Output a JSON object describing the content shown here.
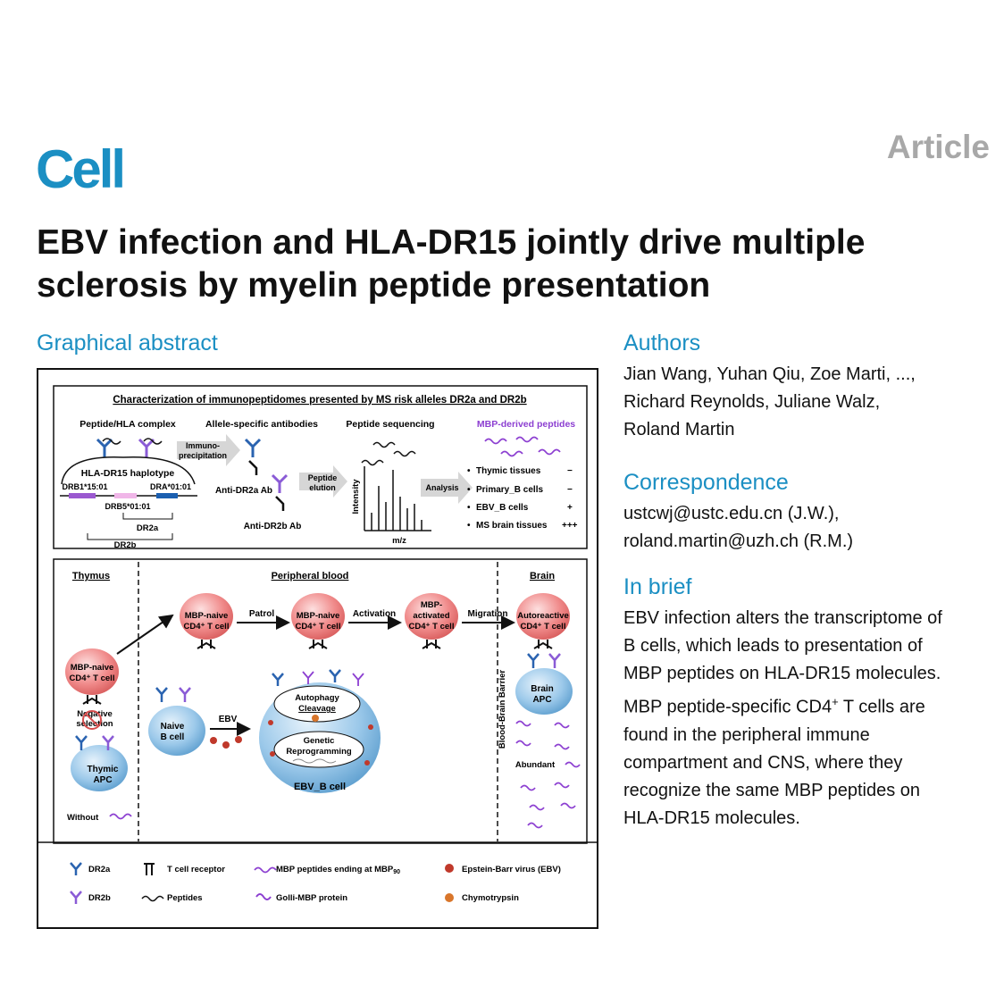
{
  "header": {
    "journal": "Cell",
    "type": "Article"
  },
  "title": "EBV infection and HLA-DR15 jointly drive multiple sclerosis by myelin peptide presentation",
  "graphical_abstract": {
    "heading": "Graphical abstract",
    "top_title": "Characterization of immunopeptidomes presented by MS risk alleles DR2a and DR2b",
    "col_peptide_hla": "Peptide/HLA complex",
    "col_allele_ab": "Allele-specific antibodies",
    "col_peptide_seq": "Peptide sequencing",
    "col_mbp_peptides": "MBP-derived peptides",
    "immuno_1": "Immuno-",
    "immuno_2": "precipitation",
    "haplotype": "HLA-DR15 haplotype",
    "drb1": "DRB1*15:01",
    "dra": "DRA*01:01",
    "drb5": "DRB5*01:01",
    "dr2a": "DR2a",
    "dr2b": "DR2b",
    "anti_dr2a": "Anti-DR2a Ab",
    "anti_dr2b": "Anti-DR2b Ab",
    "elution_1": "Peptide",
    "elution_2": "elution",
    "intensity": "Intensity",
    "mz": "m/z",
    "analysis": "Analysis",
    "tissues": [
      {
        "name": "Thymic tissues",
        "level": "−"
      },
      {
        "name": "Primary_B cells",
        "level": "−"
      },
      {
        "name": "EBV_B cells",
        "level": "+"
      },
      {
        "name": "MS brain tissues",
        "level": "+++"
      }
    ],
    "thymus": "Thymus",
    "peripheral_blood": "Peripheral blood",
    "brain": "Brain",
    "mbp_naive_1": "MBP-naive",
    "cd4_t_cell": "CD4⁺ T cell",
    "patrol": "Patrol",
    "activation": "Activation",
    "mbp_act_1": "MBP-",
    "mbp_act_2": "activated",
    "migration": "Migration",
    "autoreactive": "Autoreactive",
    "negative_1": "Negative",
    "negative_2": "selection",
    "thymic_1": "Thymic",
    "apc": "APC",
    "brain_1": "Brain",
    "without": "Without",
    "naive_1": "Naive",
    "b_cell": "B cell",
    "ebv": "EBV",
    "autophagy": "Autophagy",
    "cleavage": "Cleavage",
    "genetic": "Genetic",
    "reprogramming": "Reprogramming",
    "ebv_b_cell": "EBV_B cell",
    "bbb": "Blood-Brain Barrier",
    "abundant": "Abundant",
    "legend": {
      "dr2a": "DR2a",
      "dr2b": "DR2b",
      "tcr": "T cell receptor",
      "peptides": "Peptides",
      "mbp_ending": "MBP peptides ending at MBP",
      "mbp_sub": "90",
      "golli": "Golli-MBP protein",
      "ebv_virus": "Epstein-Barr virus (EBV)",
      "chymotrypsin": "Chymotrypsin"
    }
  },
  "authors": {
    "heading": "Authors",
    "lines": [
      "Jian Wang, Yuhan Qiu, Zoe Marti, ...,",
      "Richard Reynolds, Juliane Walz,",
      "Roland Martin"
    ]
  },
  "correspondence": {
    "heading": "Correspondence",
    "lines": [
      "ustcwj@ustc.edu.cn (J.W.),",
      "roland.martin@uzh.ch (R.M.)"
    ]
  },
  "in_brief": {
    "heading": "In brief",
    "lines": [
      "EBV infection alters the transcriptome of",
      "B cells, which leads to presentation of",
      "MBP peptides on HLA-DR15 molecules.",
      "MBP peptide-specific CD4",
      "found in the peripheral immune",
      "compartment and CNS, where they",
      "recognize the same MBP peptides on",
      "HLA-DR15 molecules."
    ],
    "sup": "+",
    "line4_tail": " T cells are"
  },
  "colors": {
    "brand": "#1b8fc3",
    "article_gray": "#a8a8a8",
    "mbp_purple": "#8c3fd1",
    "cell_red": "#f08a8a",
    "cell_blue": "#8fc1e6"
  }
}
